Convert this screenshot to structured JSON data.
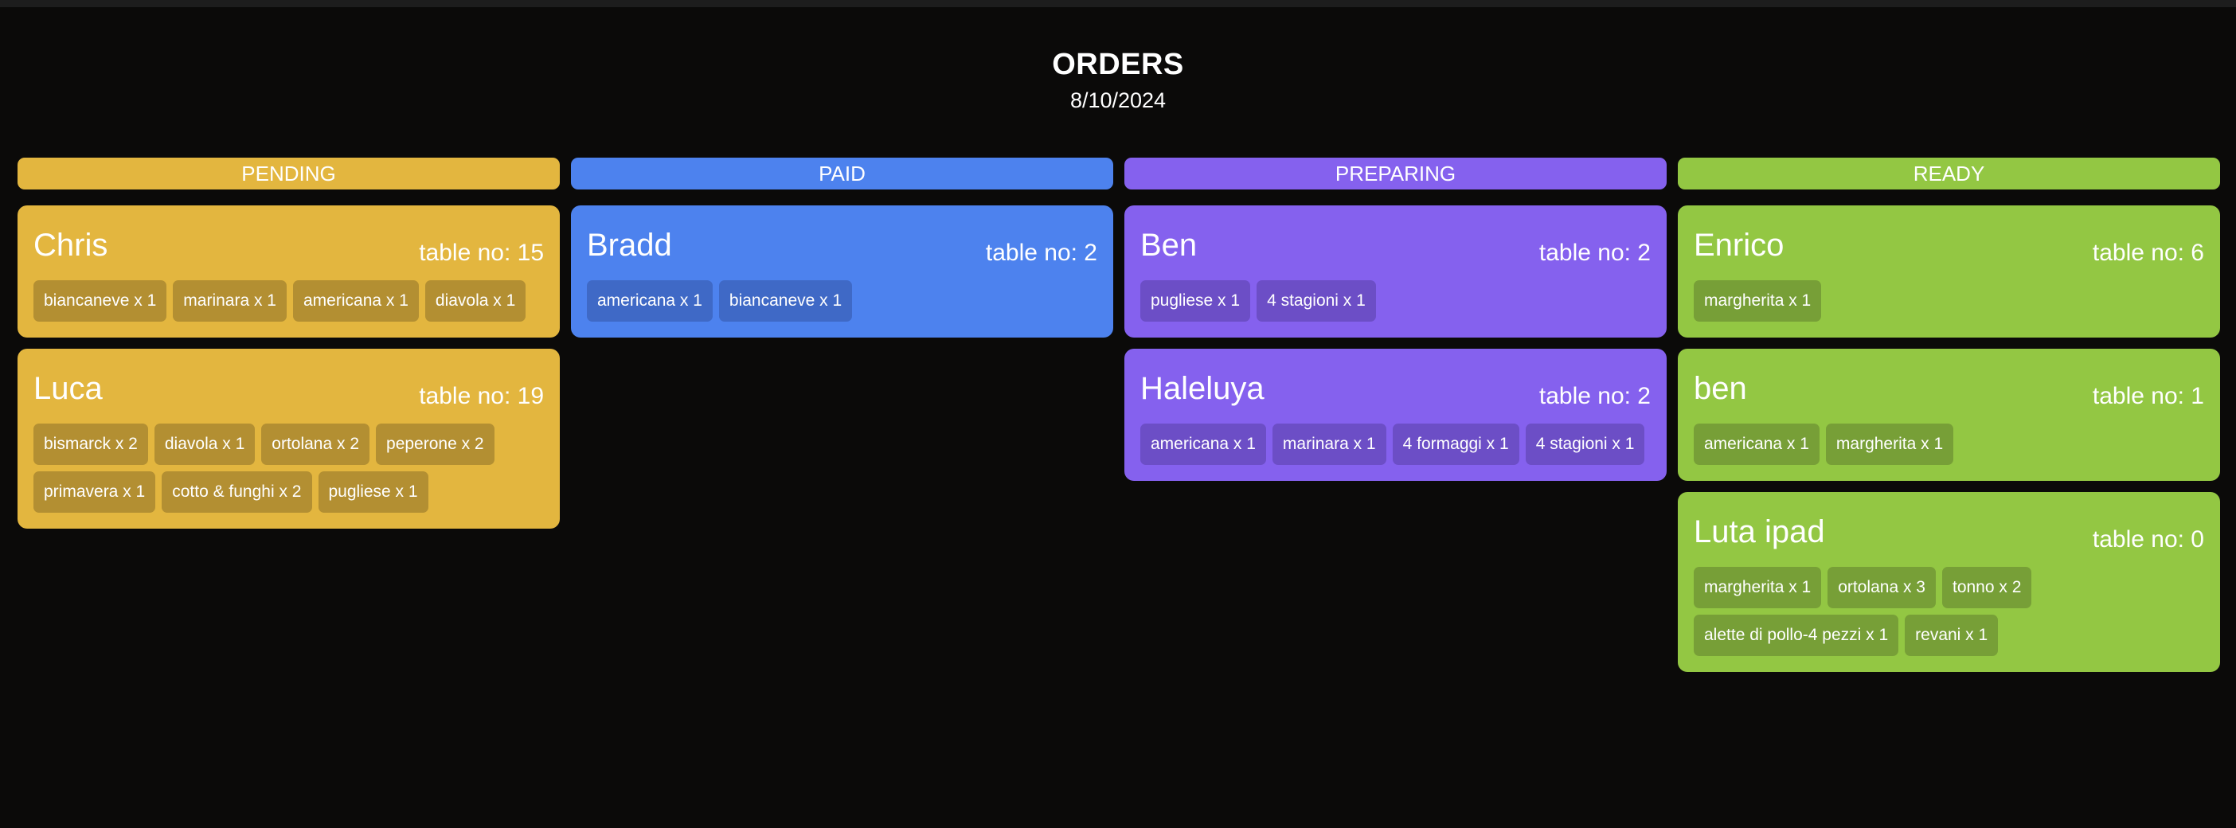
{
  "header": {
    "title": "ORDERS",
    "date": "8/10/2024"
  },
  "colors": {
    "background": "#0b0a09",
    "pending": "#e3b63f",
    "paid": "#4d82ee",
    "preparing": "#8561ee",
    "ready": "#93c743"
  },
  "table_label": "table no:",
  "columns": [
    {
      "status": "PENDING",
      "orders": [
        {
          "name": "Chris",
          "table": "table no: 15",
          "items": [
            "biancaneve x 1",
            "marinara x 1",
            "americana x 1",
            "diavola x 1"
          ]
        },
        {
          "name": "Luca",
          "table": "table no: 19",
          "items": [
            "bismarck x 2",
            "diavola x 1",
            "ortolana x 2",
            "peperone x 2",
            "primavera x 1",
            "cotto & funghi x 2",
            "pugliese x 1"
          ]
        }
      ]
    },
    {
      "status": "PAID",
      "orders": [
        {
          "name": "Bradd",
          "table": "table no: 2",
          "items": [
            "americana x 1",
            "biancaneve x 1"
          ]
        }
      ]
    },
    {
      "status": "PREPARING",
      "orders": [
        {
          "name": "Ben",
          "table": "table no: 2",
          "items": [
            "pugliese x 1",
            "4 stagioni x 1"
          ]
        },
        {
          "name": "Haleluya",
          "table": "table no: 2",
          "items": [
            "americana x 1",
            "marinara x 1",
            "4 formaggi x 1",
            "4 stagioni x 1"
          ]
        }
      ]
    },
    {
      "status": "READY",
      "orders": [
        {
          "name": "Enrico",
          "table": "table no: 6",
          "items": [
            "margherita x 1"
          ]
        },
        {
          "name": "ben",
          "table": "table no: 1",
          "items": [
            "americana x 1",
            "margherita x 1"
          ]
        },
        {
          "name": "Luta ipad",
          "table": "table no: 0",
          "items": [
            "margherita x 1",
            "ortolana x 3",
            "tonno x 2",
            "alette di pollo-4 pezzi x 1",
            "revani x 1"
          ]
        }
      ]
    }
  ]
}
